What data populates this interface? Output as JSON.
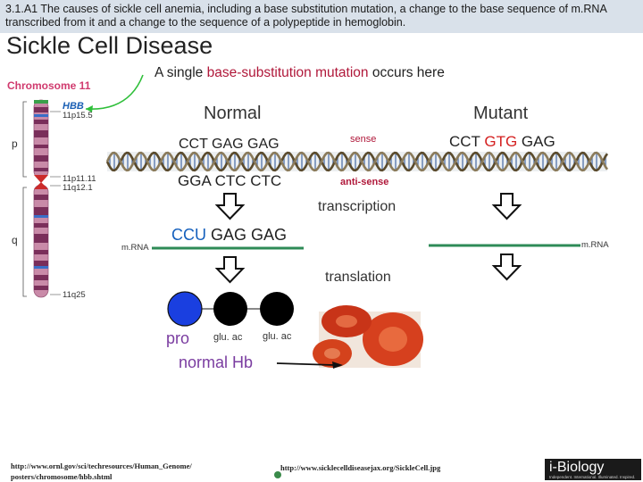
{
  "caption": "3.1.A1 The causes of sickle cell anemia, including a base substitution mutation, a change to the base sequence of m.RNA transcribed from it and a change to the sequence of a polypeptide in hemoglobin.",
  "title": "Sickle Cell Disease",
  "chromosome": {
    "label": "Chromosome 11",
    "gene": "HBB",
    "arm_p": "p",
    "arm_q": "q",
    "bands": [
      "11p15.5",
      "11p11.11",
      "11q12.1",
      "11q25"
    ]
  },
  "mutation_note": {
    "prefix": "A single ",
    "highlight": "base-substitution mutation",
    "suffix": " occurs here"
  },
  "normal": {
    "heading": "Normal",
    "sense_seq": "CCT GAG GAG",
    "antisense_seq": "GGA CTC CTC",
    "mrna_codon": "CCU",
    "mrna_rest": " GAG GAG"
  },
  "mutant": {
    "heading": "Mutant",
    "seq_a": "CCT ",
    "seq_mut": "GTG",
    "seq_b": " GAG"
  },
  "strand_labels": {
    "sense": "sense",
    "antisense": "anti-sense"
  },
  "steps": {
    "transcription": "transcription",
    "translation": "translation"
  },
  "mrna_label": "m.RNA",
  "amino_acids": {
    "pro": "pro",
    "glu1": "glu. ac",
    "glu2": "glu. ac"
  },
  "normal_hb": "normal Hb",
  "colors": {
    "proline": "#1a3fe0",
    "glutamic_acid": "#000000",
    "mrna_line": "#2e8b57",
    "accent_red": "#b0183a"
  },
  "sources": {
    "url_left_1": "http://www.ornl.gov/sci/techresources/Human_Genome/",
    "url_left_2": "posters/chromosome/hbb.shtml",
    "url_right": "http://www.sicklecelldiseasejax.org/SickleCell.jpg"
  },
  "brand": {
    "title": "i-Biology",
    "subtitle": "Independent. International. Illuminated. Inspired."
  }
}
